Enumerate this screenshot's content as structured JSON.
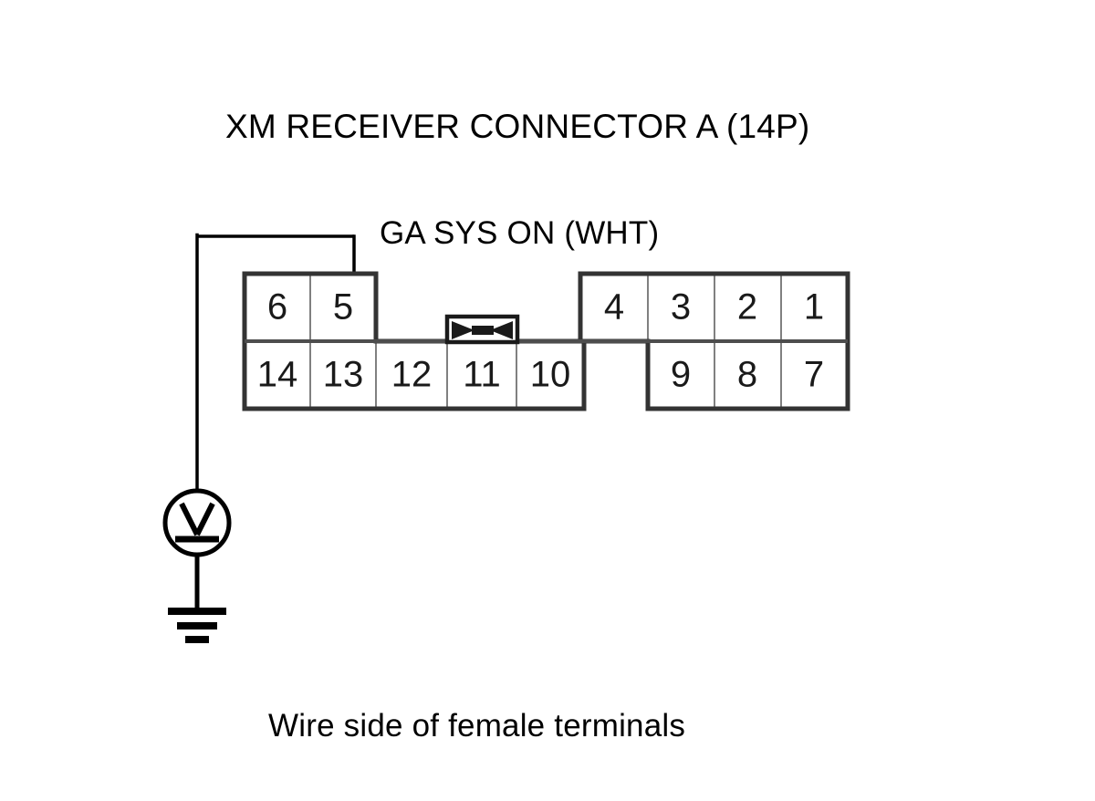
{
  "title": "XM RECEIVER CONNECTOR A (14P)",
  "signal_label": "GA SYS ON (WHT)",
  "caption": "Wire side of female terminals",
  "colors": {
    "background": "#ffffff",
    "line": "#000000",
    "cell_border": "#4d4d4d",
    "cell_fill": "#ffffff",
    "number": "#1a1a1a"
  },
  "connector": {
    "name": "XM RECEIVER CONNECTOR A",
    "pin_count": "14P",
    "top_row": [
      "6",
      "5",
      "",
      "",
      "",
      "4",
      "3",
      "2",
      "1"
    ],
    "bottom_row": [
      "14",
      "13",
      "12",
      "11",
      "10",
      "",
      "9",
      "8",
      "7"
    ],
    "probed_pin": "5",
    "keying_notch": "notch-above-pin-11"
  },
  "pins": [
    {
      "number": "6",
      "row": "top",
      "col": 0
    },
    {
      "number": "5",
      "row": "top",
      "col": 1
    },
    {
      "number": "4",
      "row": "top",
      "col": 5
    },
    {
      "number": "3",
      "row": "top",
      "col": 6
    },
    {
      "number": "2",
      "row": "top",
      "col": 7
    },
    {
      "number": "1",
      "row": "top",
      "col": 8
    },
    {
      "number": "14",
      "row": "bottom",
      "col": 0
    },
    {
      "number": "13",
      "row": "bottom",
      "col": 1
    },
    {
      "number": "12",
      "row": "bottom",
      "col": 2
    },
    {
      "number": "11",
      "row": "bottom",
      "col": 3
    },
    {
      "number": "10",
      "row": "bottom",
      "col": 4
    },
    {
      "number": "9",
      "row": "bottom",
      "col": 6
    },
    {
      "number": "8",
      "row": "bottom",
      "col": 7
    },
    {
      "number": "7",
      "row": "bottom",
      "col": 8
    }
  ],
  "meter": {
    "symbol": "V",
    "type": "voltmeter",
    "ground": "chassis-ground"
  }
}
